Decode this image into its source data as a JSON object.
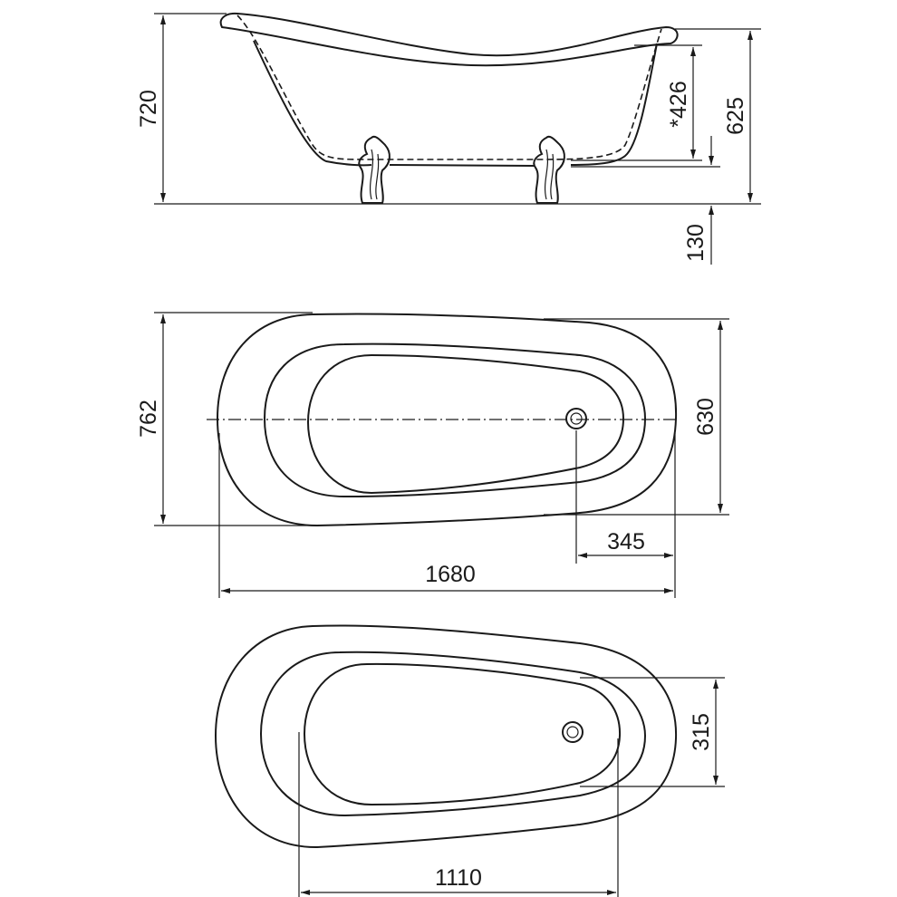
{
  "drawing": {
    "side_view": {
      "height_total": "720",
      "height_rim": "625",
      "depth": "*426",
      "foot_height": "130"
    },
    "top_view": {
      "width": "762",
      "inner_width": "630",
      "drain_offset": "345",
      "length": "1680"
    },
    "bottom_view": {
      "drain_width": "315",
      "inner_length": "1110"
    }
  }
}
